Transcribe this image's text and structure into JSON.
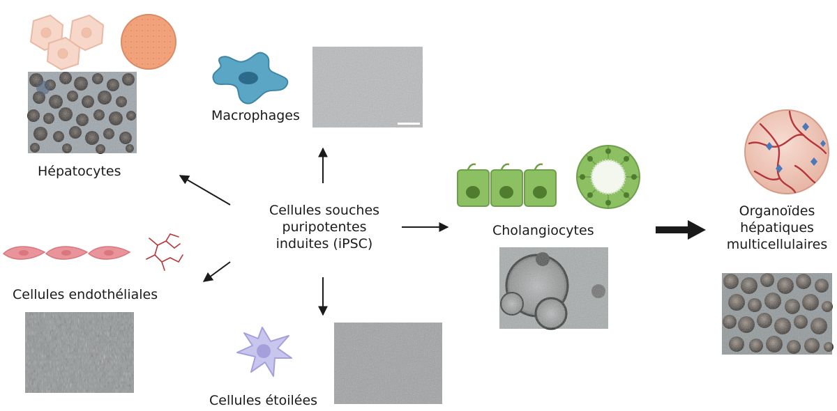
{
  "source": {
    "line1": "Cellules souches",
    "line2": "puripotentes",
    "line3": "induites (iPSC)"
  },
  "cell_types": {
    "hepatocytes": "Hépatocytes",
    "macrophages": "Macrophages",
    "endothelial": "Cellules endothéliales",
    "stellate": "Cellules étoilées",
    "cholangiocytes": "Cholangiocytes"
  },
  "result": {
    "line1": "Organoïdes",
    "line2": "hépatiques",
    "line3": "multicellulaires"
  },
  "colors": {
    "hepatocyte_fill": "#f6d7c9",
    "hepatocyte_sphere": "#f2a27b",
    "macrophage": "#5aa6c4",
    "endothelial": "#e9939a",
    "vessel": "#b5363a",
    "stellate": "#c9c6ee",
    "cholangiocyte": "#8cc063",
    "arrow": "#1a1a1a"
  }
}
